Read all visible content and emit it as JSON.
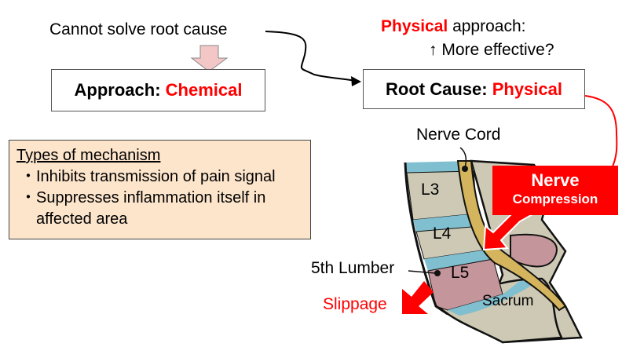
{
  "top_left_note": "Cannot solve root cause",
  "approach_box": {
    "label": "Approach:",
    "value": "Chemical"
  },
  "physical_note": {
    "highlight": "Physical",
    "rest": " approach:",
    "line2": "↑ More effective?"
  },
  "root_cause_box": {
    "label": "Root Cause:",
    "value": "Physical"
  },
  "mechanism_box": {
    "title": "Types of mechanism",
    "items": [
      "・Inhibits transmission of pain signal",
      "・Suppresses inflammation itself in"
    ],
    "continuation": "affected area"
  },
  "spine": {
    "nerve_cord_label": "Nerve Cord",
    "vertebrae": [
      "L3",
      "L4",
      "L5"
    ],
    "sacrum_label": "Sacrum",
    "fifth_lumbar_label": "5th Lumber",
    "slippage_label": "Slippage",
    "compression_callout": {
      "line1": "Nerve",
      "line2": "Compression"
    }
  },
  "colors": {
    "accent_red": "#ff0000",
    "mechanism_bg": "#fde5cc",
    "down_arrow_fill": "#f4c7c7",
    "bone": "#cdc9b5",
    "disc": "#7fbfcf",
    "nerve": "#d4b45c",
    "slipped_vertebra": "#c4959b"
  }
}
